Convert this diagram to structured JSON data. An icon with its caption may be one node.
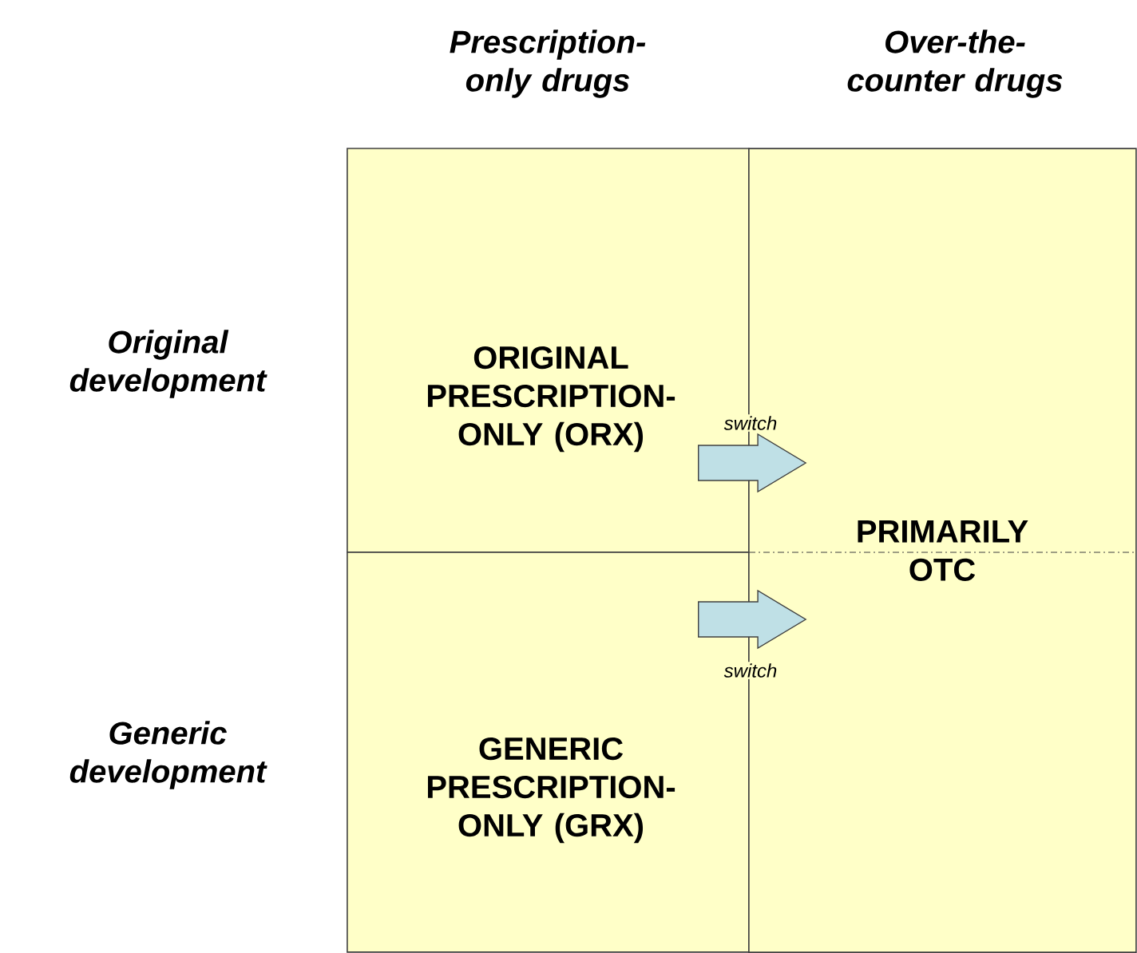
{
  "diagram": {
    "nodes": [
      {
        "text": [
          "ORIGINAL PRESCRIPTION-ONLY (ORX)"
        ]
      },
      {
        "text": [
          "GENERIC PRESCRIPTION-ONLY (GRX)"
        ]
      },
      {
        "text": [
          "PRIMARILY OTC"
        ]
      }
    ],
    "edges": [
      {
        "from": 0,
        "to": 2,
        "arrow": "to",
        "label": "switch"
      },
      {
        "from": 1,
        "to": 2,
        "arrow": "to",
        "label": "switch"
      }
    ],
    "labels": [
      "Prescription-only drugs",
      "Over-the-counter drugs",
      "Original development",
      "Generic development"
    ]
  }
}
